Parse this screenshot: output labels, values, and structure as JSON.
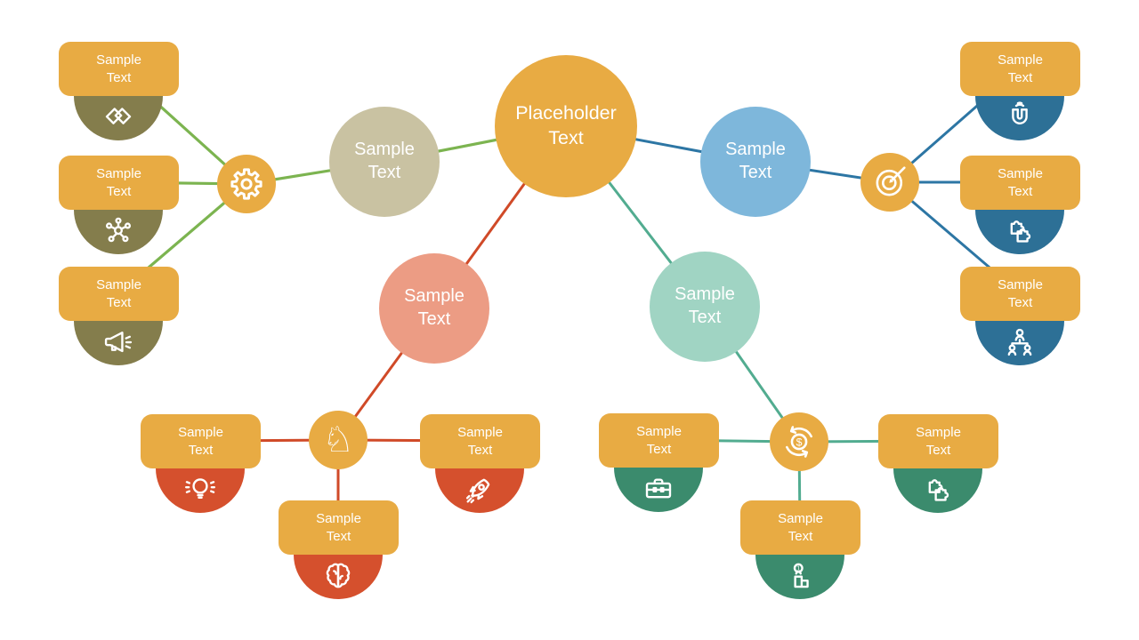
{
  "center": {
    "label": "Placeholder\nText"
  },
  "branches": [
    {
      "name": "top-left",
      "circle_label": "Sample\nText",
      "circle_color": "#C9C2A2",
      "line_color": "#7CB450",
      "leaf_circle_color": "#847D4C",
      "hub_icon": "gear",
      "leaves": [
        {
          "label": "Sample\nText",
          "icon": "handshake"
        },
        {
          "label": "Sample\nText",
          "icon": "network"
        },
        {
          "label": "Sample\nText",
          "icon": "megaphone"
        }
      ]
    },
    {
      "name": "top-right",
      "circle_label": "Sample\nText",
      "circle_color": "#7EB7DB",
      "line_color": "#2D76A4",
      "leaf_circle_color": "#2D7096",
      "hub_icon": "target-dart",
      "leaves": [
        {
          "label": "Sample\nText",
          "icon": "magnet"
        },
        {
          "label": "Sample\nText",
          "icon": "puzzle"
        },
        {
          "label": "Sample\nText",
          "icon": "team"
        }
      ]
    },
    {
      "name": "bottom-left",
      "circle_label": "Sample\nText",
      "circle_color": "#EC9C84",
      "line_color": "#D04A28",
      "leaf_circle_color": "#D5502D",
      "hub_icon": "chess-knight",
      "leaves": [
        {
          "label": "Sample\nText",
          "icon": "lightbulb"
        },
        {
          "label": "Sample\nText",
          "icon": "rocket"
        },
        {
          "label": "Sample\nText",
          "icon": "brain"
        }
      ]
    },
    {
      "name": "bottom-right",
      "circle_label": "Sample\nText",
      "circle_color": "#A0D4C3",
      "line_color": "#52AC90",
      "leaf_circle_color": "#3B8B6D",
      "hub_icon": "money-cycle",
      "leaves": [
        {
          "label": "Sample\nText",
          "icon": "briefcase"
        },
        {
          "label": "Sample\nText",
          "icon": "puzzle"
        },
        {
          "label": "Sample\nText",
          "icon": "podium",
          "badge": "1"
        }
      ]
    }
  ],
  "glyphs": {
    "chess_knight": "♘",
    "dollar": "$"
  },
  "palette": {
    "orange": "#E8AB43",
    "olive": "#847D4C",
    "dark_blue": "#2D7096",
    "red": "#D5502D",
    "green": "#3B8B6D",
    "beige": "#C9C2A2",
    "light_blue": "#7EB7DB",
    "salmon": "#EC9C84",
    "mint": "#A0D4C3",
    "line_green": "#7CB450",
    "line_blue": "#2D76A4",
    "line_red": "#D04A28",
    "line_teal": "#52AC90",
    "text": "#FFFFFF",
    "background": "#FFFFFF"
  }
}
